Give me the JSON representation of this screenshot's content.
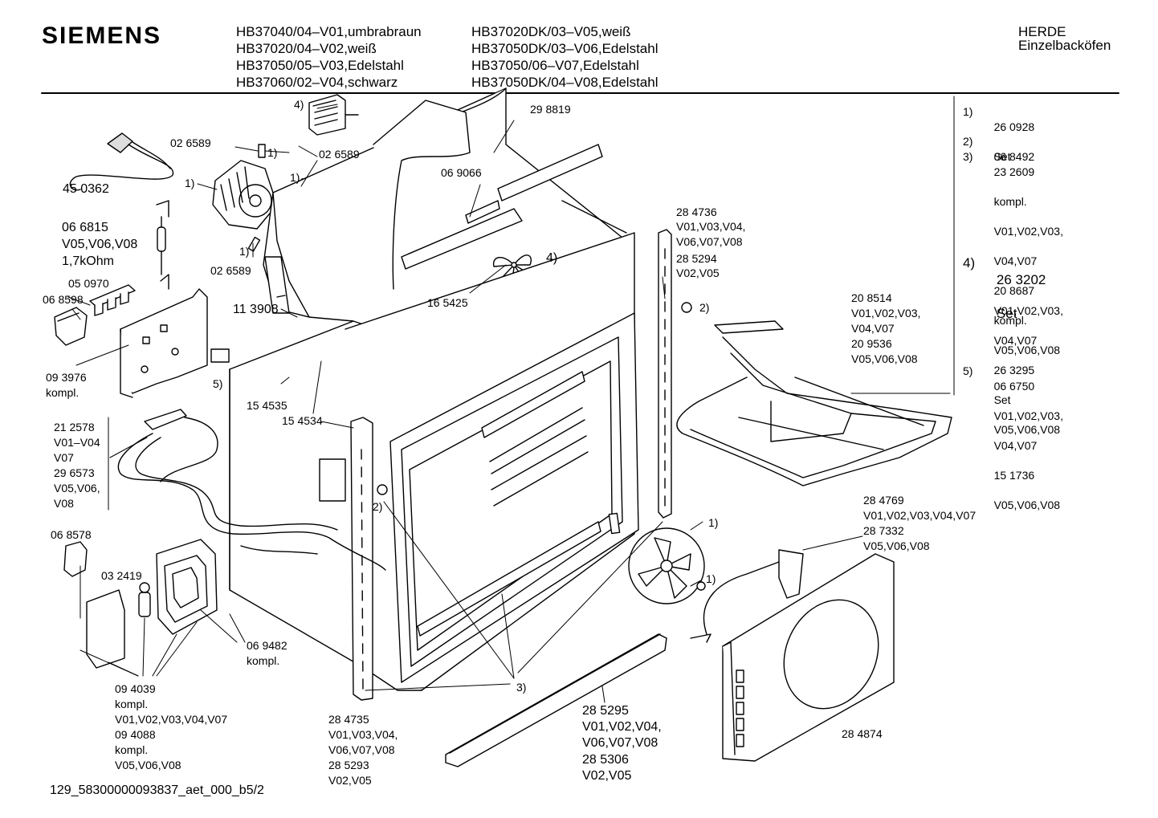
{
  "header": {
    "brand": "SIEMENS",
    "models_col1": [
      "HB37040/04–V01,umbrabraun",
      "HB37020/04–V02,weiß",
      "HB37050/05–V03,Edelstahl",
      "HB37060/02–V04,schwarz"
    ],
    "models_col2": [
      "HB37020DK/03–V05,weiß",
      "HB37050DK/03–V06,Edelstahl",
      "HB37050/06–V07,Edelstahl",
      "HB37050DK/04–V08,Edelstahl"
    ],
    "category": "HERDE",
    "subcategory": "Einzelbacköfen"
  },
  "side_list": [
    {
      "num": "1)",
      "lines": [
        "26 0928",
        "Set"
      ]
    },
    {
      "num": "2)",
      "lines": [
        "06 8492"
      ]
    },
    {
      "num": "3)",
      "lines": [
        "23 2609",
        "kompl.",
        "V01,V02,V03,",
        "V04,V07",
        "20 8687",
        "kompl.",
        "V05,V06,V08"
      ]
    },
    {
      "num": "4)",
      "lines": [
        "26 3202",
        "Set"
      ]
    },
    {
      "num": "",
      "lines": [
        "V01,V02,V03,",
        "V04,V07",
        "26 3295",
        "Set",
        "V05,V06,V08"
      ]
    },
    {
      "num": "5)",
      "lines": [
        "06 6750",
        "V01,V02,V03,",
        "V04,V07",
        "15 1736",
        "V05,V06,V08"
      ]
    }
  ],
  "labels": {
    "l_4_top": "4)",
    "l_298819": "29 8819",
    "l_026589_a": "02 6589",
    "l_1_a": "1)",
    "l_026589_b": "02 6589",
    "l_1_b": "1)",
    "l_1_c": "1)",
    "l_450362": "45 0362",
    "l_069066": "06 9066",
    "l_066815": "06 6815",
    "l_066815_v": "V05,V06,V08",
    "l_066815_ohm": "1,7kOhm",
    "l_1_d": "1)",
    "l_026589_c": "02 6589",
    "l_050970": "05 0970",
    "l_068598": "06 8598",
    "l_165425": "16 5425",
    "l_4_fan": "4)",
    "l_113908": "11 3908",
    "l_284736": "28 4736",
    "l_284736_v1": "V01,V03,V04,",
    "l_284736_v2": "V06,V07,V08",
    "l_285294": "28 5294",
    "l_285294_v": "V02,V05",
    "l_2_right": "2)",
    "l_093976": "09 3976",
    "l_093976_k": "kompl.",
    "l_5": "5)",
    "l_154535": "15 4535",
    "l_154534": "15 4534",
    "l_208514": "20 8514",
    "l_208514_v1": "V01,V02,V03,",
    "l_208514_v2": "V04,V07",
    "l_209536": "20 9536",
    "l_209536_v": "V05,V06,V08",
    "l_212578": "21 2578",
    "l_212578_v1": "V01–V04",
    "l_212578_v2": "V07",
    "l_296573": "29 6573",
    "l_296573_v1": "V05,V06,",
    "l_296573_v2": "V08",
    "l_2_left": "2)",
    "l_284769": "28 4769",
    "l_284769_v": "V01,V02,V03,V04,V07",
    "l_287332": "28 7332",
    "l_287332_v": "V05,V06,V08",
    "l_068578": "06 8578",
    "l_1_fan1": "1)",
    "l_032419": "03 2419",
    "l_1_fan2": "1)",
    "l_069482": "06 9482",
    "l_069482_k": "kompl.",
    "l_3": "3)",
    "l_094039": "09 4039",
    "l_094039_k": "kompl.",
    "l_094039_v": "V01,V02,V03,V04,V07",
    "l_094088": "09 4088",
    "l_094088_k": "kompl.",
    "l_094088_v": "V05,V06,V08",
    "l_284735": "28 4735",
    "l_284735_v1": "V01,V03,V04,",
    "l_284735_v2": "V06,V07,V08",
    "l_285293": "28 5293",
    "l_285293_v": "V02,V05",
    "l_285295": "28 5295",
    "l_285295_v1": "V01,V02,V04,",
    "l_285295_v2": "V06,V07,V08",
    "l_285306": "28 5306",
    "l_285306_v": "V02,V05",
    "l_284874": "28 4874",
    "footer": "129_58300000093837_aet_000_b5/2"
  }
}
